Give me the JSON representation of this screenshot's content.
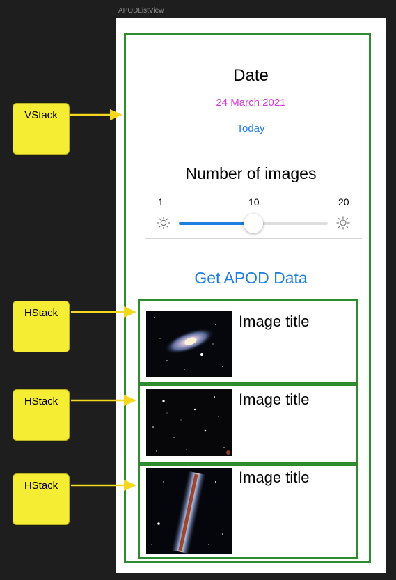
{
  "canvas_label": "APODListView",
  "date_section": {
    "title": "Date",
    "selected_date": "24 March 2021",
    "today_label": "Today"
  },
  "images_section": {
    "title": "Number of images",
    "min_label": "1",
    "current_label": "10",
    "max_label": "20",
    "slider_fraction": 0.5
  },
  "get_data_label": "Get APOD Data",
  "list_items": [
    {
      "title": "Image title"
    },
    {
      "title": "Image title"
    },
    {
      "title": "Image title"
    }
  ],
  "annotations": {
    "vstack_note": "VStack",
    "hstack_notes": [
      "HStack",
      "HStack",
      "HStack"
    ]
  },
  "colors": {
    "accent_blue": "#1f7fe0",
    "date_magenta": "#d63bd6",
    "stack_border_green": "#2e8b2e",
    "note_yellow": "#f5ed34"
  }
}
